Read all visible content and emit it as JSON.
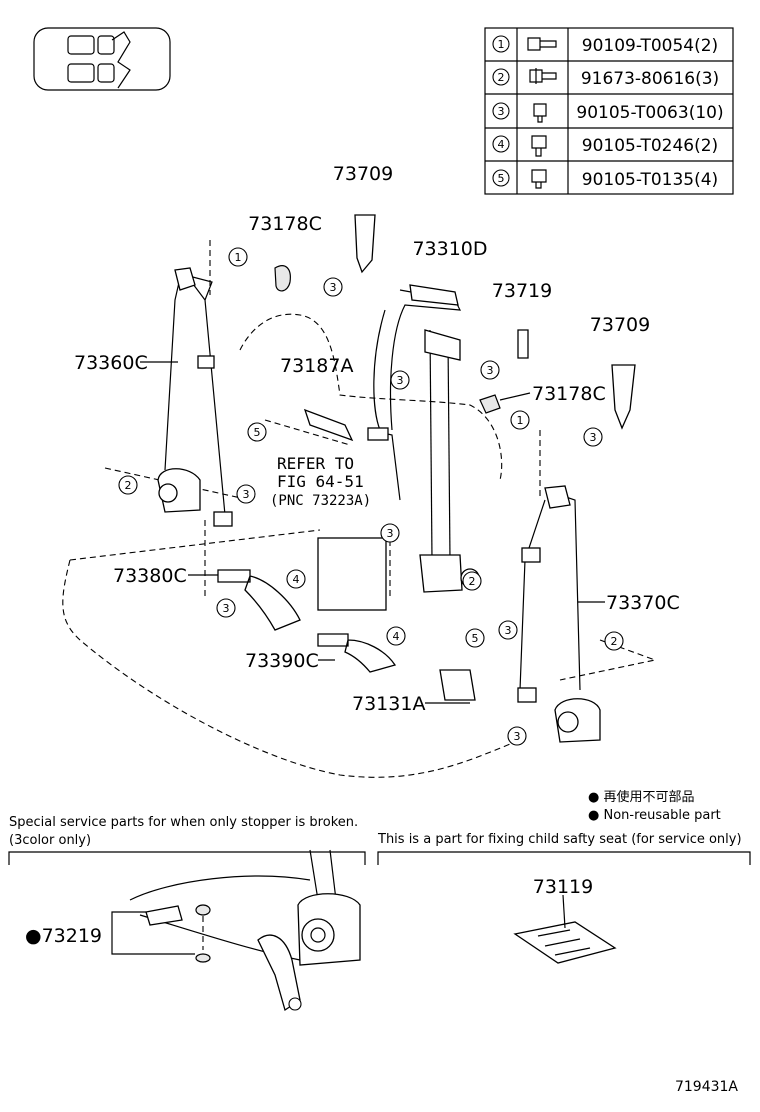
{
  "fastener_table": [
    {
      "index": "1",
      "part_no": "90109-T0054(2)"
    },
    {
      "index": "2",
      "part_no": "91673-80616(3)"
    },
    {
      "index": "3",
      "part_no": "90105-T0063(10)"
    },
    {
      "index": "4",
      "part_no": "90105-T0246(2)"
    },
    {
      "index": "5",
      "part_no": "90105-T0135(4)"
    }
  ],
  "labels": {
    "p73709_a": "73709",
    "p73178c_a": "73178C",
    "p73310d": "73310D",
    "p73719": "73719",
    "p73709_b": "73709",
    "p73360c": "73360C",
    "p73187a": "73187A",
    "p73178c_b": "73178C",
    "p73380c": "73380C",
    "p73370c": "73370C",
    "p73390c": "73390C",
    "p73131a": "73131A",
    "p73219": "●73219",
    "p73119": "73119"
  },
  "refer": {
    "line1": "REFER TO",
    "line2": "FIG 64-51",
    "line3": "(PNC 73223A)"
  },
  "legend": {
    "jp": "● 再使用不可部品",
    "en": "● Non-reusable part"
  },
  "notes": {
    "left_line1": "Special service parts for when only stopper is broken.",
    "left_line2": "(3color only)",
    "right_line1": "This is a part for fixing child safty seat (for service only)"
  },
  "figure_id": "719431A"
}
